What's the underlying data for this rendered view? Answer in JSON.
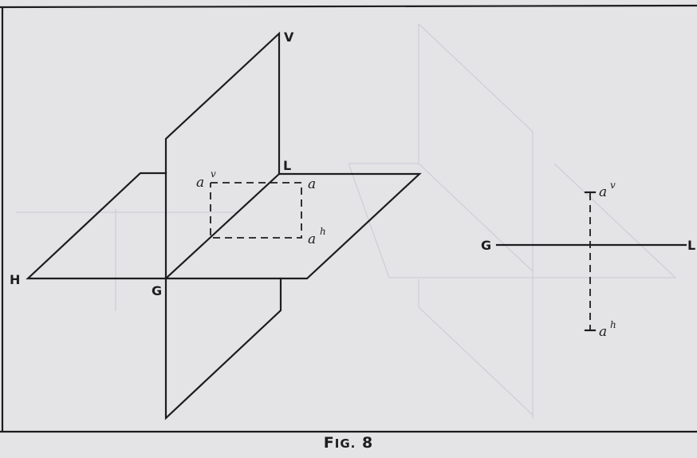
{
  "figure": {
    "caption_prefix": "F",
    "caption_smallcaps": "IG.",
    "caption_number": "8",
    "caption_full": "FIG. 8"
  },
  "pictorial_view": {
    "labels": {
      "vertical_plane": "V",
      "horizontal_plane": "H",
      "ground_line_left": "G",
      "ground_line_right": "L"
    },
    "point": {
      "base": "a",
      "vertical_projection_base": "a",
      "vertical_projection_sup": "v",
      "horizontal_projection_base": "a",
      "horizontal_projection_sup": "h"
    }
  },
  "orthographic_view": {
    "ground_line_left": "G",
    "ground_line_right": "L",
    "vertical_projection_base": "a",
    "vertical_projection_sup": "v",
    "horizontal_projection_base": "a",
    "horizontal_projection_sup": "h"
  },
  "colors": {
    "ink": "#1d1d1f",
    "paper": "#e4e4e7",
    "show_through": "#c9c9d0"
  }
}
